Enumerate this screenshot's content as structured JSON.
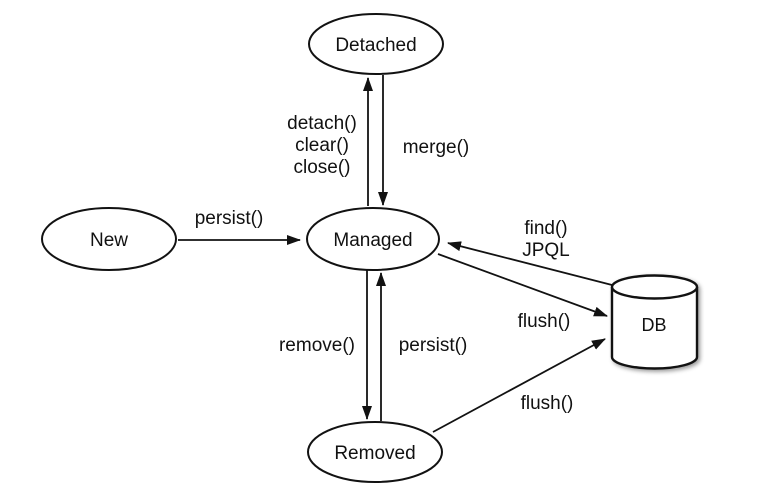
{
  "diagram": {
    "nodes": {
      "new": {
        "label": "New"
      },
      "detached": {
        "label": "Detached"
      },
      "managed": {
        "label": "Managed"
      },
      "removed": {
        "label": "Removed"
      },
      "db": {
        "label": "DB"
      }
    },
    "edges": {
      "new_to_managed": {
        "label": "persist()"
      },
      "managed_to_detached": {
        "lines": [
          "detach()",
          "clear()",
          "close()"
        ]
      },
      "detached_to_managed": {
        "label": "merge()"
      },
      "db_to_managed": {
        "lines": [
          "find()",
          "JPQL"
        ]
      },
      "managed_to_db": {
        "label": "flush()"
      },
      "managed_to_removed": {
        "label": "remove()"
      },
      "removed_to_managed": {
        "label": "persist()"
      },
      "removed_to_db": {
        "label": "flush()"
      }
    },
    "colors": {
      "stroke": "#121212",
      "background": "#ffffff"
    }
  }
}
